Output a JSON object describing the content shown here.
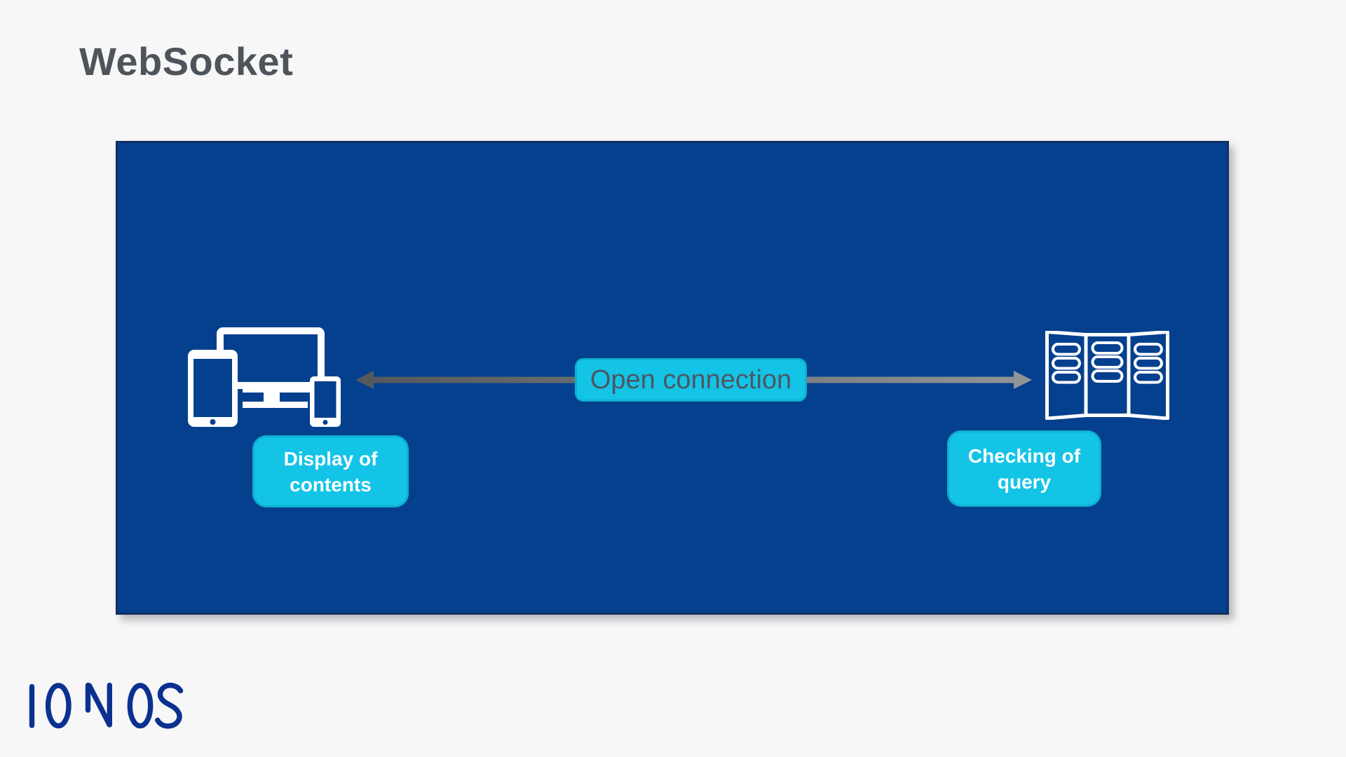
{
  "page": {
    "title": "WebSocket",
    "background_color": "#f7f7f8",
    "title_color": "#4e545b"
  },
  "diagram": {
    "panel_color": "#04408e",
    "panel_border_color": "#122f60",
    "accent_cyan": "#13c4e7",
    "arrow_color_left": "#53585c",
    "arrow_color_right": "#929597",
    "client": {
      "icon": "devices-icon",
      "label_lines": [
        "Display of",
        "contents"
      ]
    },
    "connection": {
      "label": "Open connection",
      "label_text_color": "#4d5761",
      "arrow_style": "double-headed"
    },
    "server": {
      "icon": "server-rack-icon",
      "label_lines": [
        "Checking of",
        "query"
      ]
    }
  },
  "footer": {
    "logo_text": "IONOS",
    "logo_color": "#0b3190"
  }
}
